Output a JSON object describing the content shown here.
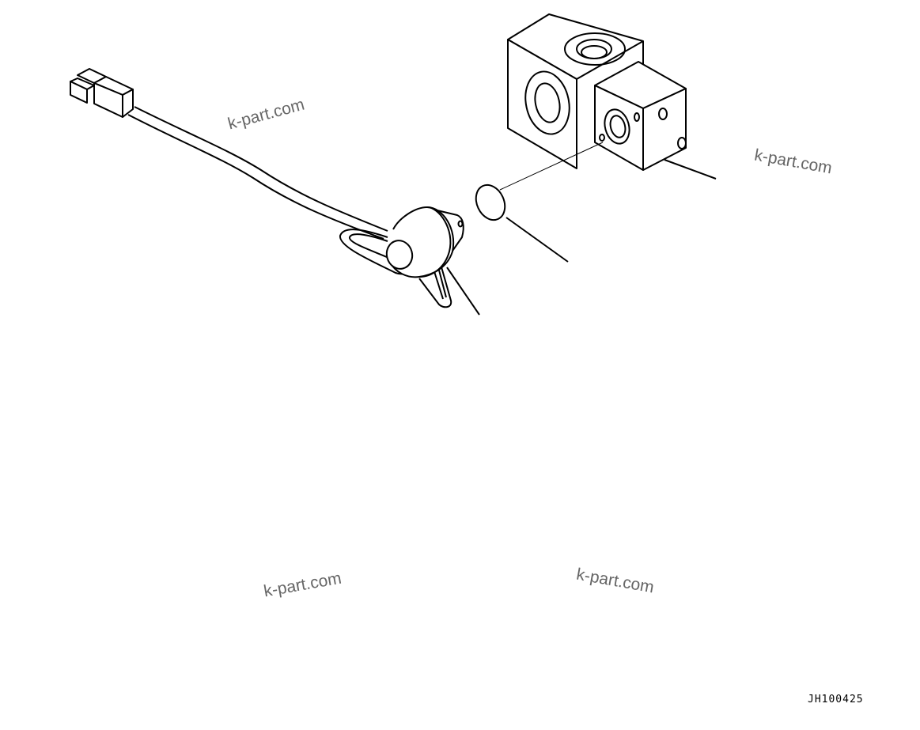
{
  "drawing_code": "JH100425",
  "watermarks": [
    "k-part.com",
    "k-part.com",
    "k-part.com",
    "k-part.com"
  ],
  "parts": [
    "connector-harness",
    "solenoid",
    "o-ring",
    "valve-block"
  ],
  "line_color": "#000000",
  "watermark_color": "#666666"
}
